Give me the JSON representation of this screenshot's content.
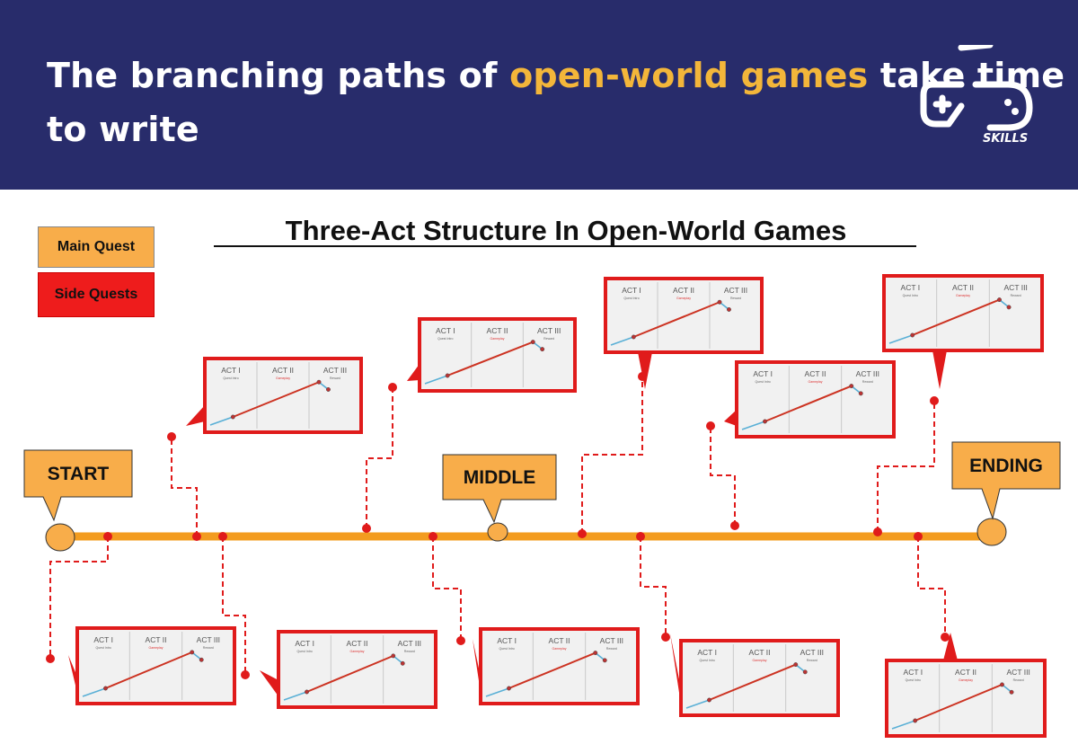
{
  "header": {
    "title_pre": "The branching paths of ",
    "title_highlight": "open-world games",
    "title_post": " take time to write",
    "bg_color": "#282c6b",
    "highlight_color": "#f3b63a"
  },
  "logo": {
    "text": "SKILLS",
    "icon": "gd-controller-logo-icon"
  },
  "diagram": {
    "title": "Three-Act Structure In Open-World Games",
    "legend": [
      {
        "label": "Main Quest",
        "color": "#f8ad4a"
      },
      {
        "label": "Side Quests",
        "color": "#ee1c1c"
      }
    ],
    "milestones": [
      "START",
      "MIDDLE",
      "ENDING"
    ],
    "act_labels": [
      "ACT I",
      "ACT II",
      "ACT III"
    ],
    "act_sub_labels": [
      "Quest Intro",
      "Gameplay",
      "Reward"
    ],
    "colors": {
      "main_line": "#f39c1f",
      "side_red": "#e01b1b",
      "callout": "#f8ad4a"
    }
  }
}
